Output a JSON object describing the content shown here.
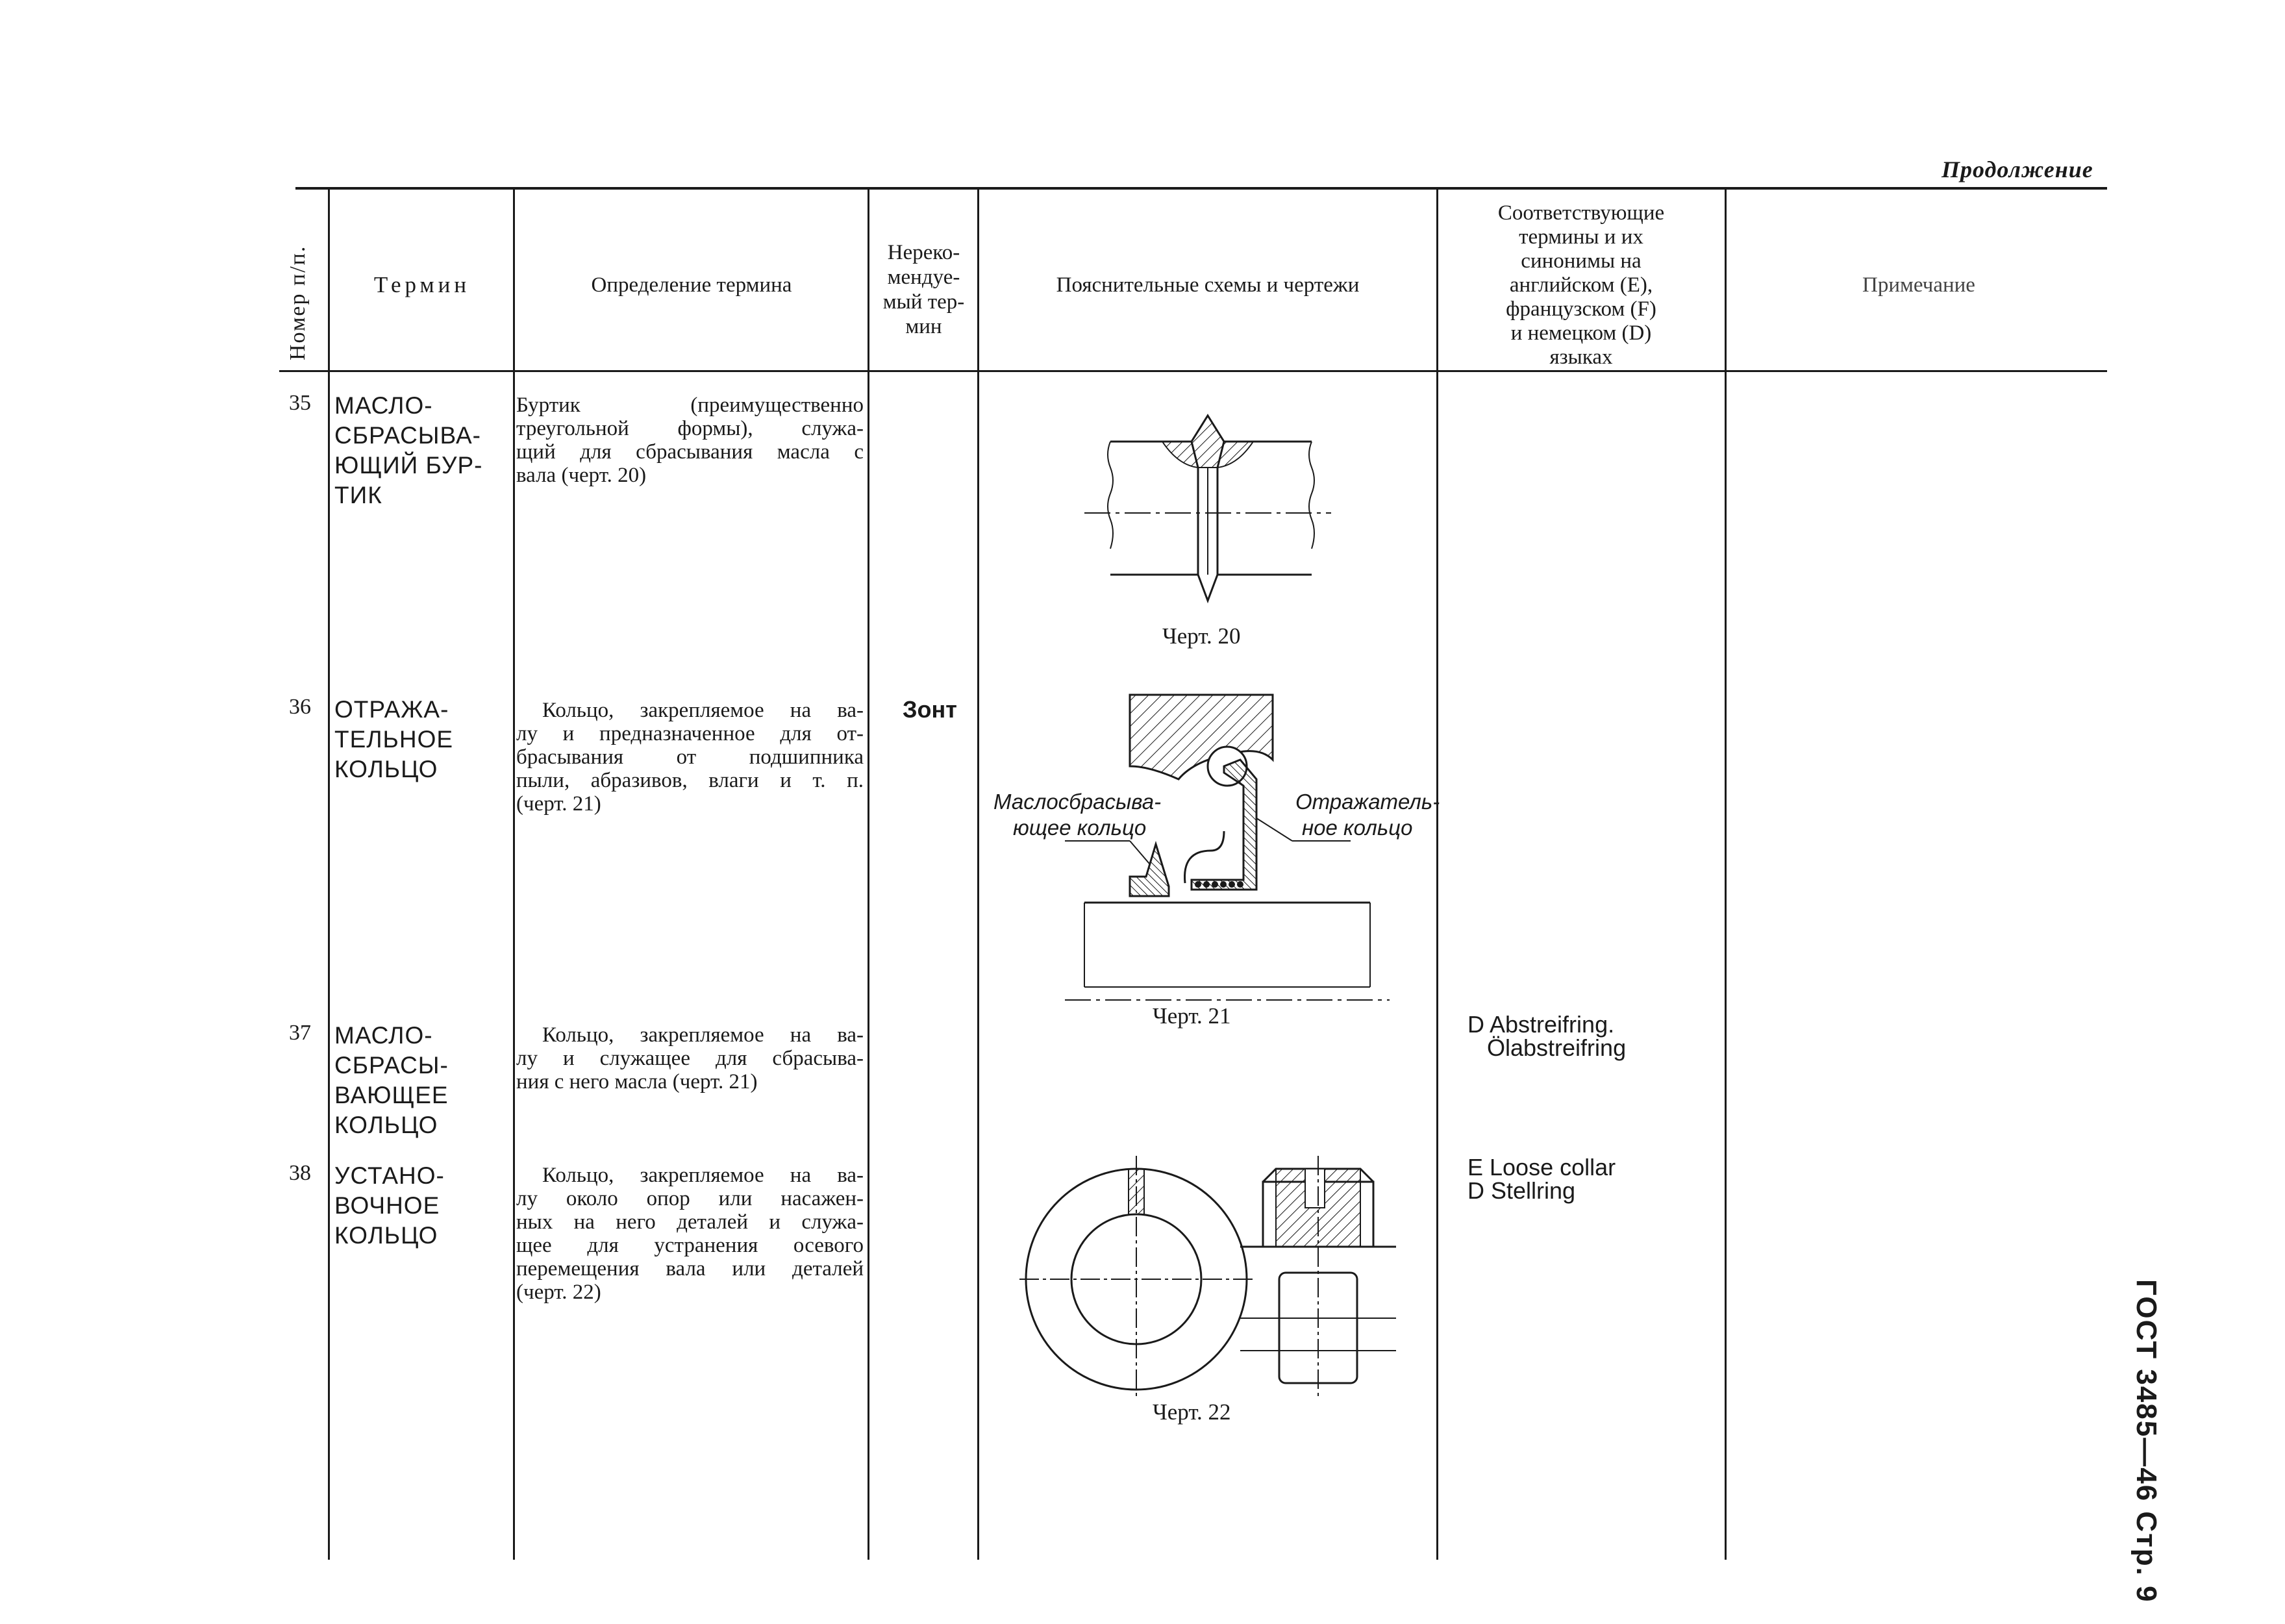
{
  "continued_label": "Продолжение",
  "headers": {
    "number": "Номер п/п.",
    "term": "Термин",
    "definition": "Определение термина",
    "nonrecommended": [
      "Нереко-",
      "мендуе-",
      "мый тер-",
      "мин"
    ],
    "schemes": "Пояснительные схемы и чертежи",
    "synonyms": [
      "Соответствующие",
      "термины и их",
      "синонимы на",
      "английском (E),",
      "французском (F)",
      "и немецком (D)",
      "языках"
    ],
    "note": "Примечание"
  },
  "rows": [
    {
      "number": "35",
      "term": [
        "МАСЛО-",
        "СБРАСЫВА-",
        "ЮЩИЙ БУР-",
        "ТИК"
      ],
      "definition": [
        "Буртик (преимущественно",
        "треугольной формы), служа-",
        "щий для сбрасывания масла с",
        "вала (черт. 20)"
      ],
      "nonrecommended": "",
      "synonyms": ""
    },
    {
      "number": "36",
      "term": [
        "ОТРАЖА-",
        "ТЕЛЬНОЕ",
        "КОЛЬЦО"
      ],
      "definition": [
        "Кольцо, закрепляемое на ва-",
        "лу и предназначенное для от-",
        "брасывания от подшипника",
        "пыли, абразивов, влаги и т. п.",
        "(черт. 21)"
      ],
      "nonrecommended": "Зонт",
      "synonyms": ""
    },
    {
      "number": "37",
      "term": [
        "МАСЛО-",
        "СБРАСЫ-",
        "ВАЮЩЕЕ",
        "КОЛЬЦО"
      ],
      "definition": [
        "Кольцо, закрепляемое на ва-",
        "лу и служащее для сбрасыва-",
        "ния с него масла (черт. 21)"
      ],
      "nonrecommended": "",
      "synonyms": "D Abstreifring.\n   Ölabstreifring"
    },
    {
      "number": "38",
      "term": [
        "УСТАНО-",
        "ВОЧНОЕ",
        "КОЛЬЦО"
      ],
      "definition": [
        "Кольцо, закрепляемое на ва-",
        "лу около опор или насажен-",
        "ных на него деталей и служа-",
        "щее для устранения осевого",
        "перемещения вала или деталей",
        "(черт. 22)"
      ],
      "nonrecommended": "",
      "synonyms": "E Loose collar\nD Stellring"
    }
  ],
  "figures": {
    "fig20_caption": "Черт. 20",
    "fig21_caption": "Черт. 21",
    "fig22_caption": "Черт. 22",
    "fig21_label_left": [
      "Маслосбрасыва-",
      "ющее кольцо"
    ],
    "fig21_label_right": [
      "Отражатель-",
      "ное кольцо"
    ]
  },
  "side_code": "ГОСТ 3485—46  Стр. 9"
}
